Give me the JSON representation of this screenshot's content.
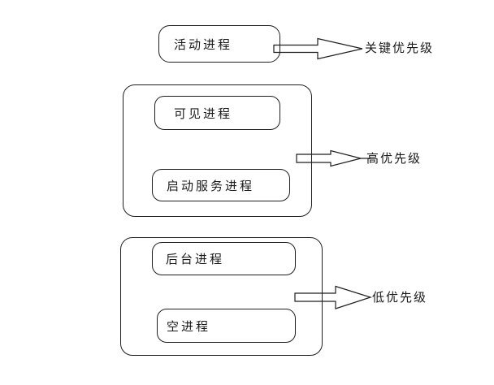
{
  "diagram": {
    "background_color": "#ffffff",
    "line_color": "#1f1f1f",
    "text_color": "#1a1a1a",
    "nodes": {
      "active": "活动进程",
      "visible": "可见进程",
      "started_service": "启动服务进程",
      "background_process": "后台进程",
      "empty": "空进程"
    },
    "priorities": {
      "critical": "关键优先级",
      "high": "高优先级",
      "low": "低优先级"
    }
  }
}
